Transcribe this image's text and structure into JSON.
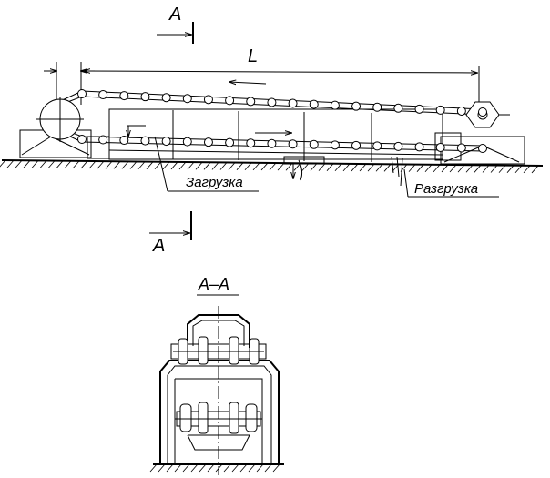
{
  "labels": {
    "section_top": "A",
    "section_bottom": "A",
    "length": "L",
    "loading": "Загрузка",
    "unloading": "Разгрузка",
    "section_view": "A–A"
  },
  "chain": {
    "upper_rollers": 20,
    "lower_rollers": 20
  }
}
